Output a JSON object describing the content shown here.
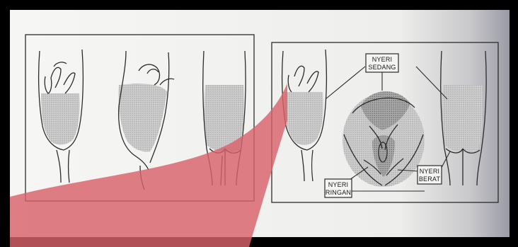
{
  "labels": {
    "sedang": [
      "NYERI",
      "SEDANG"
    ],
    "ringan": [
      "NYERI",
      "RINGAN"
    ],
    "berat": [
      "NYERI",
      "BERAT"
    ]
  },
  "colors": {
    "frame": "#000000",
    "paper": "#f3f3f1",
    "ink": "#2b2b2b",
    "shade": "#bdbdbd",
    "accent_wedge": "#d9616b"
  }
}
